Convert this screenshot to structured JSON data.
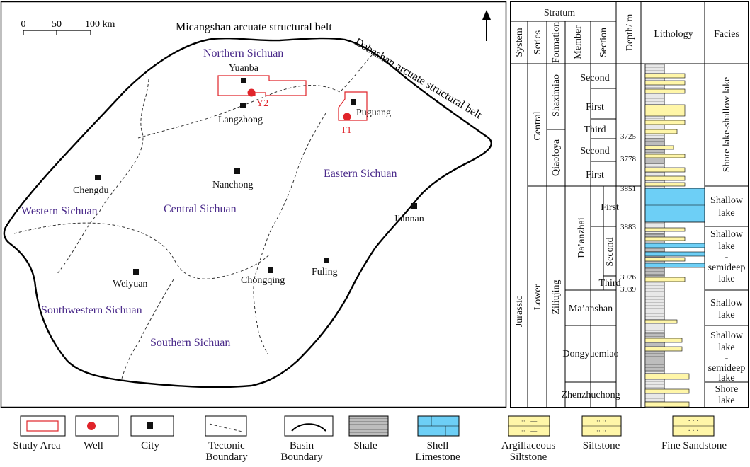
{
  "map": {
    "scale": {
      "ticks": [
        "0",
        "50",
        "100 km"
      ]
    },
    "belts": {
      "micangshan": "Micangshan arcuate structural belt",
      "dabashan": "Dabashan arcuate structural belt"
    },
    "regions": {
      "northern": "Northern Sichuan",
      "eastern": "Eastern Sichuan",
      "central": "Central Sichuan",
      "western": "Western Sichuan",
      "southwestern": "Southwestern Sichuan",
      "southern": "Southern Sichuan"
    },
    "cities": {
      "yuanba": "Yuanba",
      "langzhong": "Langzhong",
      "puguang": "Puguang",
      "chengdu": "Chengdu",
      "nanchong": "Nanchong",
      "jiannan": "Jiannan",
      "weiyuan": "Weiyuan",
      "chongqing": "Chongqing",
      "fuling": "Fuling"
    },
    "wells": {
      "y2": "Y2",
      "t1": "T1"
    }
  },
  "column": {
    "headers": {
      "stratum": "Stratum",
      "system": "System",
      "series": "Series",
      "formation": "Formation",
      "member": "Member",
      "section": "Section",
      "depth": "Depth/ m",
      "lithology": "Lithology",
      "facies": "Facies"
    },
    "system": "Jurassic",
    "series": {
      "central": "Central",
      "lower": "Lower"
    },
    "formations": {
      "shaximiao": "Shaximiao",
      "qiaofoya": "Qiaofoya",
      "ziliujing": "Ziliujing"
    },
    "members": {
      "daanzhai": "Da’anzhai",
      "maanshan": "Ma’anshan",
      "dongyuemiao": "Dongyuemiao",
      "zhenzhuchong": "Zhenzhuchong"
    },
    "sections": {
      "shaxi_second": "Second",
      "shaxi_first": "First",
      "qiao_third": "Third",
      "qiao_second": "Second",
      "qiao_first": "First",
      "daan_first": "First",
      "daan_second": "Second",
      "daan_third": "Third"
    },
    "depths": [
      "3725",
      "3778",
      "3851",
      "3883",
      "3926",
      "3939"
    ],
    "facies": {
      "f1": "Shore lake-shallow lake",
      "f2a": "Shallow",
      "f2b": "lake",
      "f3a": "Shallow",
      "f3b": "lake",
      "f3c": "-",
      "f3d": "semideep",
      "f3e": "lake",
      "f4a": "Shallow",
      "f4b": "lake",
      "f5a": "Shallow",
      "f5b": "lake",
      "f5c": "-",
      "f5d": "semideep",
      "f5e": "lake",
      "f6a": "Shore",
      "f6b": "lake"
    }
  },
  "legend": {
    "study_area": "Study Area",
    "well": "Well",
    "city": "City",
    "tectonic_1": "Tectonic",
    "tectonic_2": "Boundary",
    "basin_1": "Basin",
    "basin_2": "Boundary",
    "shale": "Shale",
    "shell_1": "Shell",
    "shell_2": "Limestone",
    "argill_1": "Argillaceous",
    "argill_2": "Siltstone",
    "siltstone": "Siltstone",
    "fine_sandstone": "Fine Sandstone"
  },
  "colors": {
    "region_text": "#4a2a8a",
    "well_red": "#e0242a",
    "shell_blue": "#6dcff6",
    "sand_yellow": "#fff6a8",
    "shale_gray": "#b8b8b8",
    "mud_light": "#e6e6e6"
  }
}
